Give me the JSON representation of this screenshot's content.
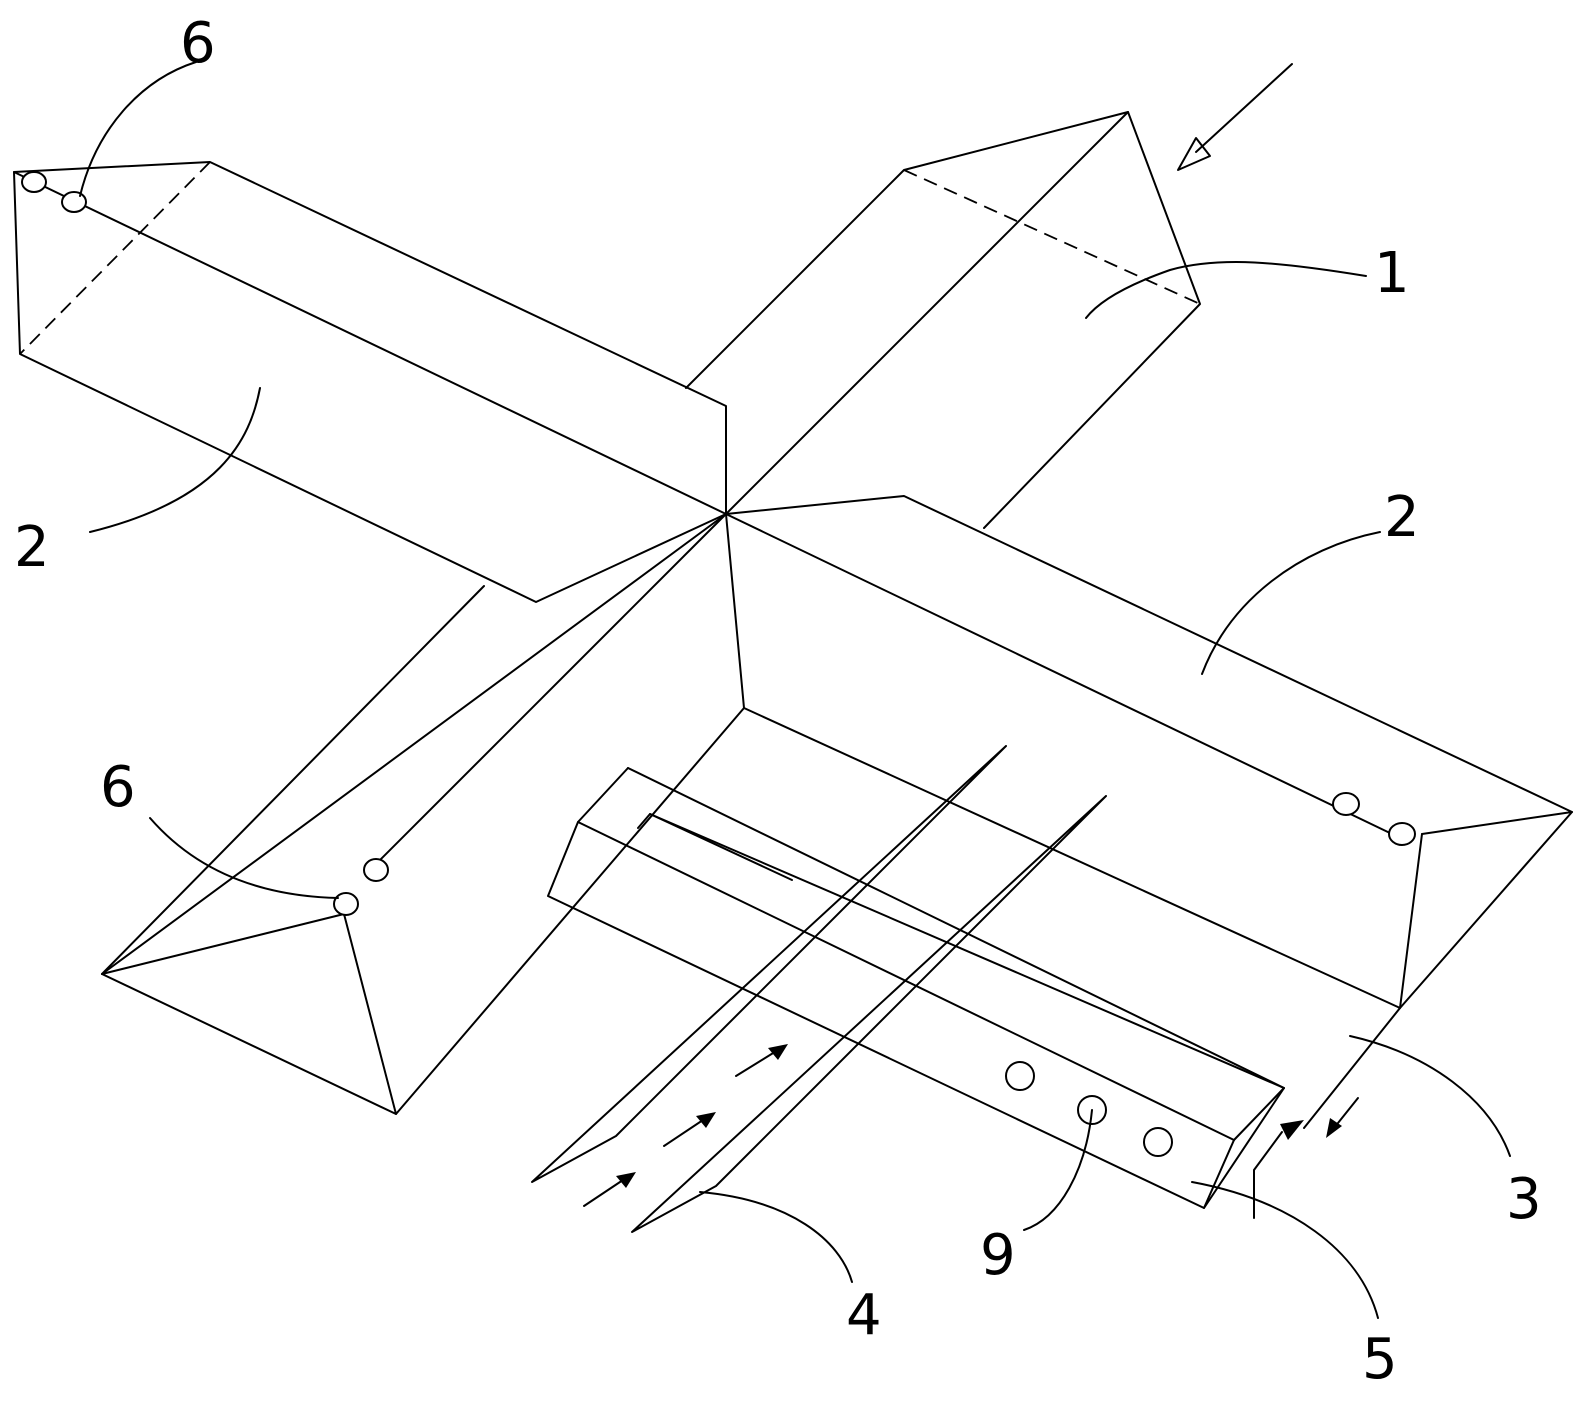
{
  "labels": {
    "part_1": "1",
    "part_2_left": "2",
    "part_2_right": "2",
    "part_3": "3",
    "part_4": "4",
    "part_5": "5",
    "part_6_top": "6",
    "part_6_mid": "6",
    "part_9": "9"
  }
}
